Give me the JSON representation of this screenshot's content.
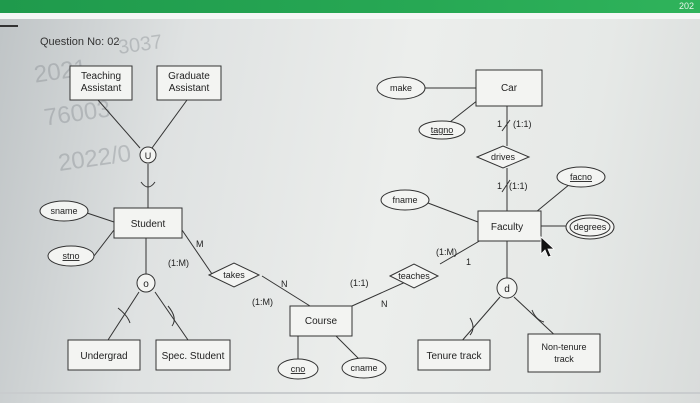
{
  "header": {
    "corner_number": "202"
  },
  "question_label": "Question No: 02",
  "watermark": {
    "line1": "2021",
    "line1b": "3037",
    "line2": "76003",
    "line3": "2022/0"
  },
  "entities": {
    "teaching_assistant": "Teaching Assistant",
    "graduate_assistant": "Graduate Assistant",
    "student": "Student",
    "undergrad": "Undergrad",
    "spec_student": "Spec. Student",
    "course": "Course",
    "car": "Car",
    "faculty": "Faculty",
    "tenure_track": "Tenure track",
    "non_tenure_track": "Non-tenure track"
  },
  "attributes": {
    "sname": "sname",
    "stno": "stno",
    "cno": "cno",
    "cname": "cname",
    "make": "make",
    "tagno": "tagno",
    "fname": "fname",
    "facno": "facno",
    "degrees": "degrees"
  },
  "relationships": {
    "takes": "takes",
    "teaches": "teaches",
    "drives": "drives"
  },
  "specializations": {
    "union": "U",
    "overlap": "o",
    "disjoint": "d"
  },
  "cardinalities": {
    "student_takes": "M",
    "student_takes_card": "(1:M)",
    "takes_course_n": "N",
    "takes_course_card": "(1:M)",
    "course_teaches_card": "(1:1)",
    "course_teaches_n": "N",
    "teaches_faculty_card": "(1:M)",
    "teaches_faculty_1": "1",
    "drives_car_1": "1",
    "drives_car_card": "(1:1)",
    "drives_faculty_1": "1",
    "drives_faculty_card": "(1:1)"
  }
}
